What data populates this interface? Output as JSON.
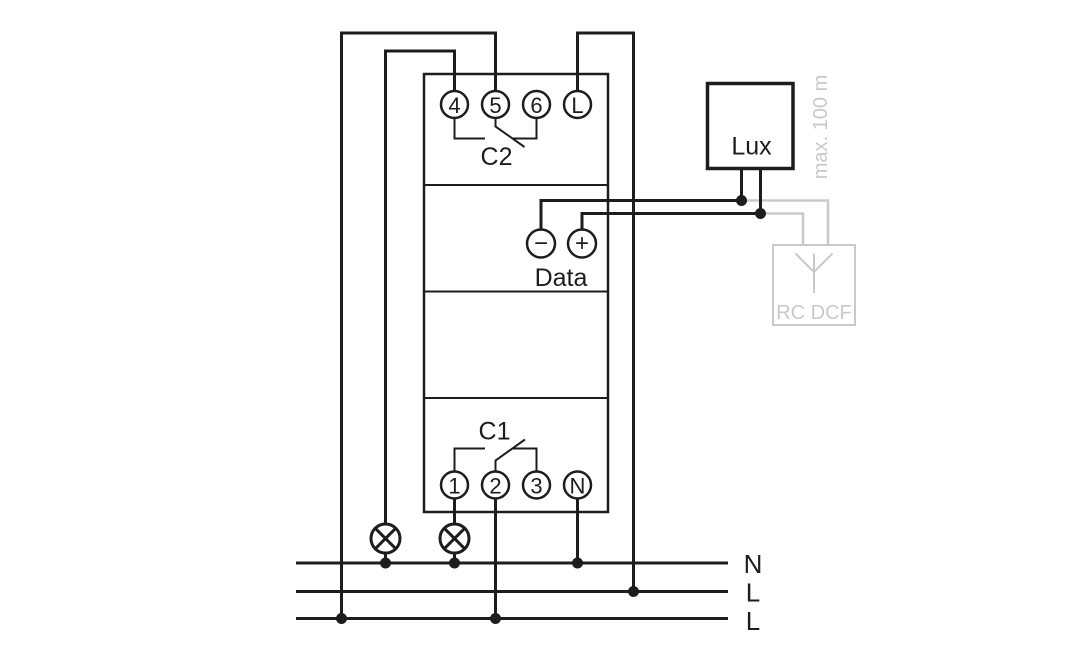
{
  "device": {
    "top_terminals": [
      "4",
      "5",
      "6",
      "L"
    ],
    "bottom_terminals": [
      "1",
      "2",
      "3",
      "N"
    ],
    "c2_label": "C2",
    "c1_label": "C1",
    "data_label": "Data",
    "data_minus": "−",
    "data_plus": "+"
  },
  "lux_sensor": {
    "label": "Lux"
  },
  "rc_antenna": {
    "label": "RC DCF",
    "cable_note": "max. 100 m"
  },
  "power_bus": {
    "labels": [
      "N",
      "L",
      "L"
    ]
  },
  "colors": {
    "wire": "#1d1d1b",
    "inactive": "#c6cbc9",
    "background": "#ffffff"
  }
}
